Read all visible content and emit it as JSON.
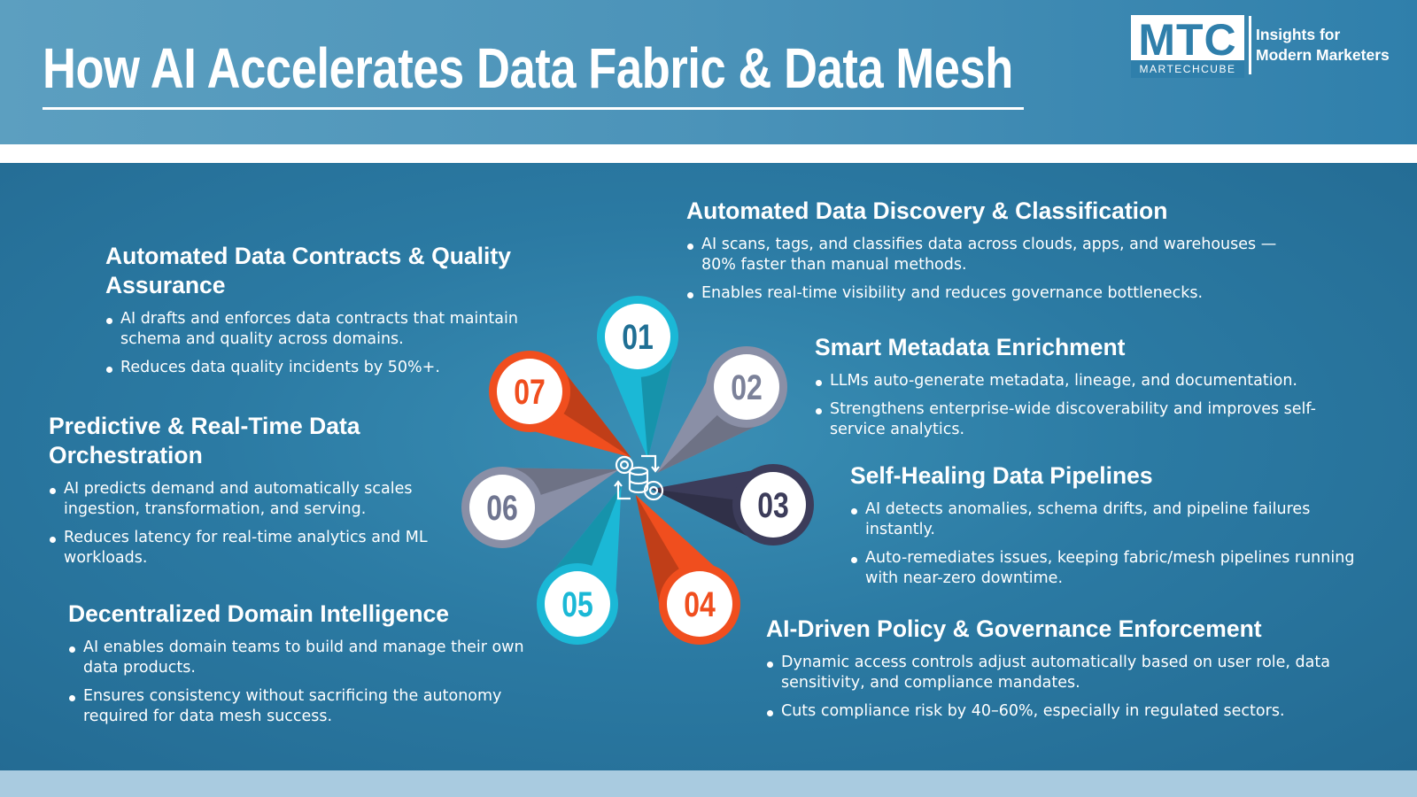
{
  "title": "How AI Accelerates Data Fabric & Data Mesh",
  "logo": {
    "mark": "MTC",
    "sub": "MARTECHCUBE",
    "tagline_1": "Insights for",
    "tagline_2": "Modern Marketers"
  },
  "center_icon": "gears-database-sync-icon",
  "steps": [
    {
      "num": "01",
      "color": "#1bb8d6",
      "num_color": "#1f6f94"
    },
    {
      "num": "02",
      "color": "#8a8fa6",
      "num_color": "#7b8199"
    },
    {
      "num": "03",
      "color": "#3c3c5a",
      "num_color": "#3c3c5a"
    },
    {
      "num": "04",
      "color": "#f04e1e",
      "num_color": "#f04e1e"
    },
    {
      "num": "05",
      "color": "#1bb8d6",
      "num_color": "#1bb8d6"
    },
    {
      "num": "06",
      "color": "#8a8fa6",
      "num_color": "#6f7590"
    },
    {
      "num": "07",
      "color": "#f04e1e",
      "num_color": "#f04e1e"
    }
  ],
  "sections": {
    "s01": {
      "title": "Automated Data Discovery & Classification",
      "bullets": [
        "AI scans, tags, and classifies data across clouds, apps, and warehouses — 80% faster than manual methods.",
        "Enables real-time visibility and reduces governance bottlenecks."
      ]
    },
    "s02": {
      "title": "Smart Metadata Enrichment",
      "bullets": [
        "LLMs auto-generate metadata, lineage, and documentation.",
        "Strengthens enterprise-wide discoverability and improves self-service analytics."
      ]
    },
    "s03": {
      "title": "Self-Healing Data Pipelines",
      "bullets": [
        "AI detects anomalies, schema drifts, and pipeline failures instantly.",
        "Auto-remediates issues, keeping fabric/mesh pipelines running with near-zero downtime."
      ]
    },
    "s04": {
      "title": "AI-Driven Policy & Governance Enforcement",
      "bullets": [
        "Dynamic access controls adjust automatically based on user role, data sensitivity, and compliance mandates.",
        "Cuts compliance risk by 40–60%, especially in regulated sectors."
      ]
    },
    "s05": {
      "title": "Decentralized Domain Intelligence",
      "bullets": [
        "AI enables domain teams to build and manage their own data products.",
        "Ensures consistency without sacrificing the autonomy required for data mesh success."
      ]
    },
    "s06": {
      "title": "Predictive & Real-Time Data Orchestration",
      "bullets": [
        "AI predicts demand and automatically scales ingestion, transformation, and serving.",
        "Reduces latency for real-time analytics and ML workloads."
      ]
    },
    "s07": {
      "title": "Automated Data Contracts & Quality Assurance",
      "bullets": [
        "AI drafts and enforces data contracts that maintain schema and quality across domains.",
        "Reduces data quality incidents by 50%+."
      ]
    }
  }
}
